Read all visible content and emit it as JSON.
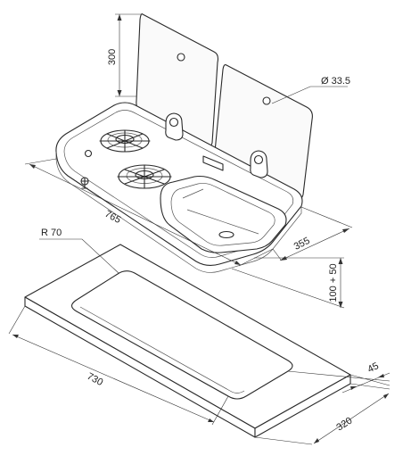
{
  "dimensions": {
    "lid_height": "300",
    "hole_diameter": "Ø 33.5",
    "sink_length": "765",
    "sink_depth": "355",
    "bowl_depth": "100 + 50",
    "corner_radius": "R 70",
    "cutout_length": "730",
    "cutout_width": "320",
    "edge_offset": "45"
  },
  "colors": {
    "line": "#2a2a2a",
    "background": "#ffffff"
  }
}
